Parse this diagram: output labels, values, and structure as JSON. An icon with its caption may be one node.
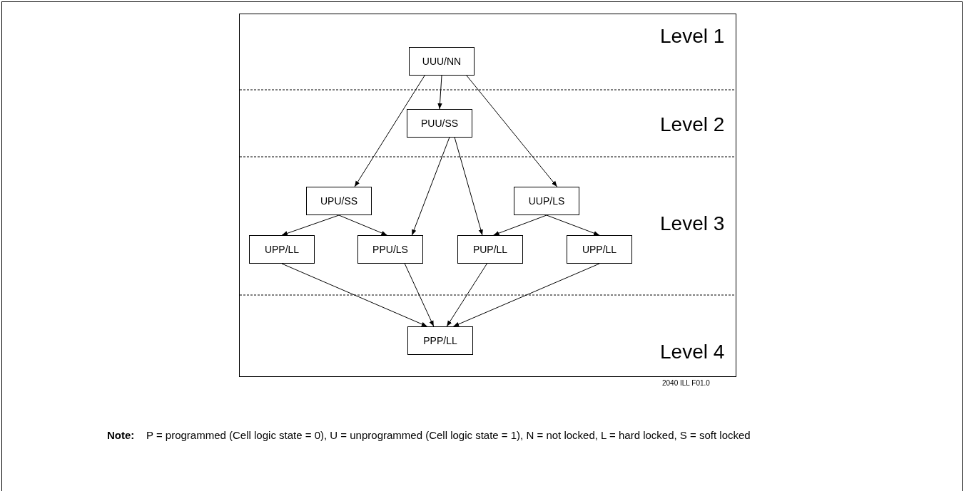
{
  "diagram": {
    "nodes": [
      {
        "text": [
          "UUU/NN"
        ]
      },
      {
        "text": [
          "PUU/SS"
        ]
      },
      {
        "text": [
          "UPU/SS"
        ]
      },
      {
        "text": [
          "UUP/LS"
        ]
      },
      {
        "text": [
          "UPP/LL"
        ]
      },
      {
        "text": [
          "PPU/LS"
        ]
      },
      {
        "text": [
          "PUP/LL"
        ]
      },
      {
        "text": [
          "UPP/LL"
        ]
      },
      {
        "text": [
          "PPP/LL"
        ]
      }
    ],
    "edges": [
      {
        "from": 0,
        "to": 1,
        "arrow": "to"
      },
      {
        "from": 0,
        "to": 2,
        "arrow": "to"
      },
      {
        "from": 0,
        "to": 3,
        "arrow": "to"
      },
      {
        "from": 1,
        "to": 5,
        "arrow": "to"
      },
      {
        "from": 1,
        "to": 6,
        "arrow": "to"
      },
      {
        "from": 2,
        "to": 4,
        "arrow": "to"
      },
      {
        "from": 2,
        "to": 5,
        "arrow": "to"
      },
      {
        "from": 3,
        "to": 6,
        "arrow": "to"
      },
      {
        "from": 3,
        "to": 7,
        "arrow": "to"
      },
      {
        "from": 4,
        "to": 8,
        "arrow": "to"
      },
      {
        "from": 5,
        "to": 8,
        "arrow": "to"
      },
      {
        "from": 6,
        "to": 8,
        "arrow": "to"
      },
      {
        "from": 7,
        "to": 8,
        "arrow": "to"
      }
    ],
    "labels": [
      "Level 1",
      "Level 2",
      "Level 3",
      "Level 4",
      "2040 ILL F01.0",
      "**Note:**    P = programmed (Cell logic state = 0), U = unprogrammed (Cell logic state = 1), N = not locked, L = hard locked, S = soft locked"
    ]
  }
}
